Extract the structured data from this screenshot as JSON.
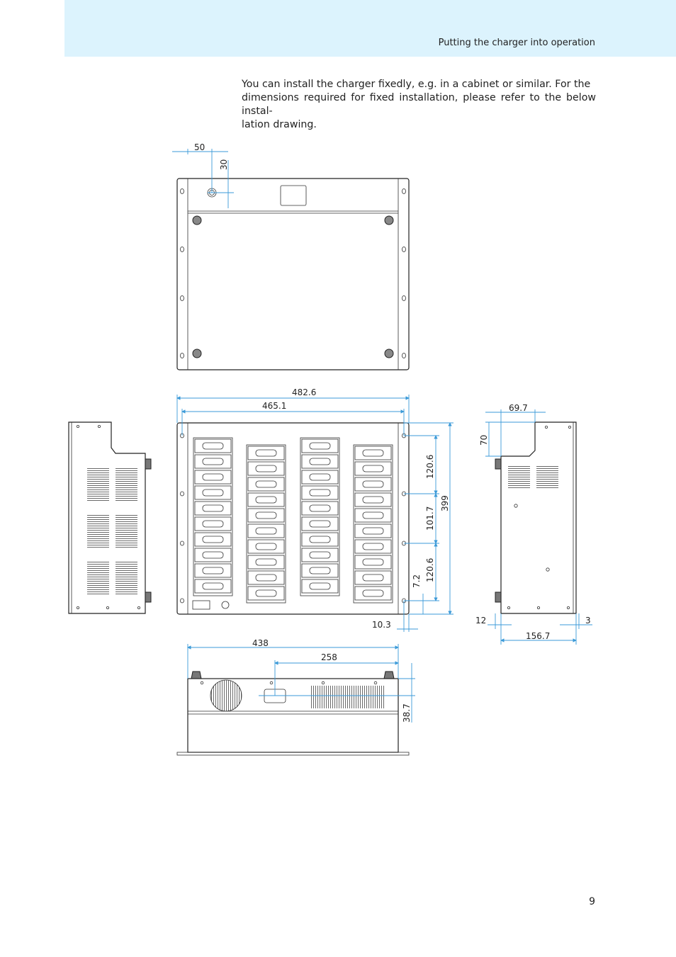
{
  "header": {
    "section_title": "Putting the charger into operation"
  },
  "intro": {
    "lines": [
      "You can install the charger fixedly, e.g. in a cabinet or similar. For the",
      "dimensions required for fixed installation, please refer to the below instal-",
      "lation drawing."
    ]
  },
  "drawing": {
    "top_view": {
      "dim_width": "50",
      "dim_height": "30"
    },
    "front_view": {
      "dim_overall_width": "482.6",
      "dim_mount_width": "465.1",
      "dim_upper": "120.6",
      "dim_middle": "101.7",
      "dim_lower": "120.6",
      "dim_total_height": "399",
      "dim_hole_offset": "7.2",
      "dim_edge_offset": "10.3"
    },
    "side_view": {
      "dim_step_width": "69.7",
      "dim_step_height": "70",
      "dim_front_offset": "12",
      "dim_rear_offset": "3",
      "dim_depth": "156.7"
    },
    "bottom_view": {
      "dim_body_width": "438",
      "dim_socket_offset": "258",
      "dim_socket_height": "38.7"
    }
  },
  "footer": {
    "page_number": "9"
  }
}
